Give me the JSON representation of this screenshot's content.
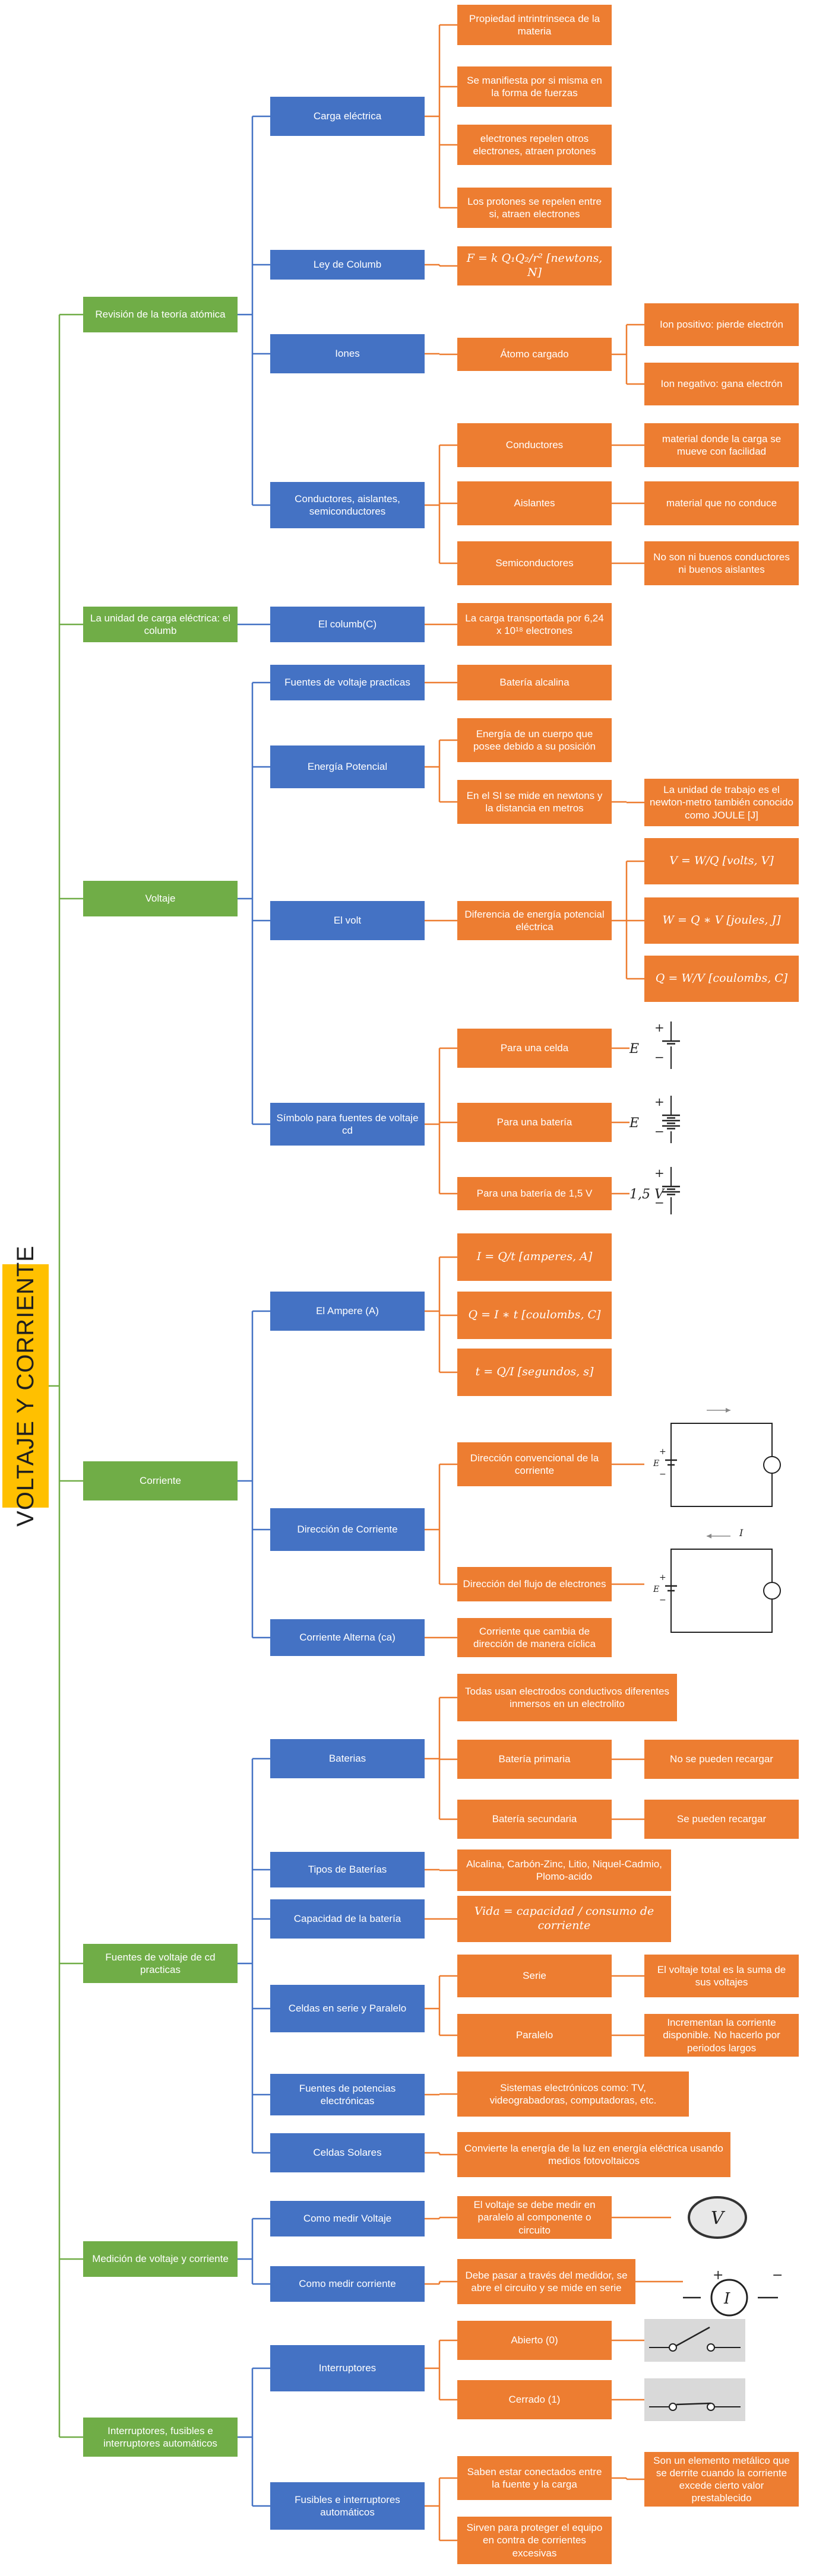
{
  "title": "VOLTAJE Y CORRIENTE",
  "colors": {
    "level1": "#70ad47",
    "level2": "#4472c4",
    "level3": "#ed7d31",
    "title": "#ffc000",
    "line_green": "#70ad47",
    "line_blue": "#4472c4",
    "line_orange": "#ed7d31"
  },
  "nodes": [
    {
      "id": "n1",
      "text": "Revisión de la teoría atómica",
      "level": 1
    },
    {
      "id": "n1a",
      "text": "Carga eléctrica",
      "level": 2
    },
    {
      "id": "n1a1",
      "text": "Propiedad intrintrinseca de la materia",
      "level": 3
    },
    {
      "id": "n1a2",
      "text": "Se manifiesta por si misma en la forma de fuerzas",
      "level": 3
    },
    {
      "id": "n1a3",
      "text": "electrones repelen otros electrones, atraen protones",
      "level": 3
    },
    {
      "id": "n1a4",
      "text": "Los protones se repelen entre si, atraen electrones",
      "level": 3
    },
    {
      "id": "n1b",
      "text": "Ley de Columb",
      "level": 2
    },
    {
      "id": "n1b1",
      "text": "F = k Q₁Q₂/r² [newtons, N]",
      "level": 3,
      "formula": true
    },
    {
      "id": "n1c",
      "text": "Iones",
      "level": 2
    },
    {
      "id": "n1c1",
      "text": "Átomo cargado",
      "level": 3
    },
    {
      "id": "n1c1a",
      "text": "Ion positivo: pierde electrón",
      "level": 3
    },
    {
      "id": "n1c1b",
      "text": "Ion negativo: gana electrón",
      "level": 3
    },
    {
      "id": "n1d",
      "text": "Conductores, aislantes, semiconductores",
      "level": 2
    },
    {
      "id": "n1d1",
      "text": "Conductores",
      "level": 3
    },
    {
      "id": "n1d1a",
      "text": "material donde la carga se mueve con facilidad",
      "level": 3
    },
    {
      "id": "n1d2",
      "text": "Aislantes",
      "level": 3
    },
    {
      "id": "n1d2a",
      "text": "material que no conduce",
      "level": 3
    },
    {
      "id": "n1d3",
      "text": "Semiconductores",
      "level": 3
    },
    {
      "id": "n1d3a",
      "text": "No son ni buenos conductores ni buenos aislantes",
      "level": 3
    },
    {
      "id": "n2",
      "text": "La unidad de carga eléctrica: el columb",
      "level": 1
    },
    {
      "id": "n2a",
      "text": "El columb(C)",
      "level": 2
    },
    {
      "id": "n2a1",
      "text": "La carga transportada por 6,24 x 10¹⁸ electrones",
      "level": 3
    },
    {
      "id": "n3",
      "text": "Voltaje",
      "level": 1
    },
    {
      "id": "n3a",
      "text": "Fuentes de voltaje practicas",
      "level": 2
    },
    {
      "id": "n3a1",
      "text": "Batería alcalina",
      "level": 3
    },
    {
      "id": "n3b",
      "text": "Energía Potencial",
      "level": 2
    },
    {
      "id": "n3b1",
      "text": "Energía de un cuerpo que posee debido a su posición",
      "level": 3
    },
    {
      "id": "n3b2",
      "text": "En el SI se mide en newtons y la distancia en metros",
      "level": 3
    },
    {
      "id": "n3b2a",
      "text": "La unidad de trabajo es el newton-metro también conocido como JOULE [J]",
      "level": 3
    },
    {
      "id": "n3c",
      "text": "El volt",
      "level": 2
    },
    {
      "id": "n3c1",
      "text": "Diferencia de energía potencial eléctrica",
      "level": 3
    },
    {
      "id": "n3c1a",
      "text": "V = W/Q [volts, V]",
      "level": 3,
      "formula": true
    },
    {
      "id": "n3c1b",
      "text": "W = Q ∗ V [joules, J]",
      "level": 3,
      "formula": true
    },
    {
      "id": "n3c1c",
      "text": "Q = W/V [coulombs, C]",
      "level": 3,
      "formula": true
    },
    {
      "id": "n3d",
      "text": "Símbolo para fuentes de voltaje cd",
      "level": 2
    },
    {
      "id": "n3d1",
      "text": "Para una celda",
      "level": 3
    },
    {
      "id": "n3d2",
      "text": "Para una batería",
      "level": 3
    },
    {
      "id": "n3d3",
      "text": "Para una batería de 1,5 V",
      "level": 3
    },
    {
      "id": "n4",
      "text": "Corriente",
      "level": 1
    },
    {
      "id": "n4a",
      "text": "El Ampere (A)",
      "level": 2
    },
    {
      "id": "n4a1",
      "text": "I = Q/t [amperes, A]",
      "level": 3,
      "formula": true
    },
    {
      "id": "n4a2",
      "text": "Q = I ∗ t [coulombs, C]",
      "level": 3,
      "formula": true
    },
    {
      "id": "n4a3",
      "text": "t = Q/I [segundos, s]",
      "level": 3,
      "formula": true
    },
    {
      "id": "n4b",
      "text": "Dirección de Corriente",
      "level": 2
    },
    {
      "id": "n4b1",
      "text": "Dirección convencional de la corriente",
      "level": 3
    },
    {
      "id": "n4b2",
      "text": "Dirección del flujo de electrones",
      "level": 3
    },
    {
      "id": "n4c",
      "text": "Corriente Alterna (ca)",
      "level": 2
    },
    {
      "id": "n4c1",
      "text": "Corriente que cambia de dirección de manera cíclica",
      "level": 3
    },
    {
      "id": "n5",
      "text": "Fuentes de voltaje de cd practicas",
      "level": 1
    },
    {
      "id": "n5a",
      "text": "Baterias",
      "level": 2
    },
    {
      "id": "n5a1",
      "text": "Todas usan electrodos conductivos diferentes inmersos en un electrolito",
      "level": 3
    },
    {
      "id": "n5a2",
      "text": "Batería primaria",
      "level": 3
    },
    {
      "id": "n5a2a",
      "text": "No se pueden recargar",
      "level": 3
    },
    {
      "id": "n5a3",
      "text": "Batería secundaria",
      "level": 3
    },
    {
      "id": "n5a3a",
      "text": "Se pueden recargar",
      "level": 3
    },
    {
      "id": "n5b",
      "text": "Tipos de Baterías",
      "level": 2
    },
    {
      "id": "n5b1",
      "text": "Alcalina, Carbón-Zinc, Litio, Niquel-Cadmio, Plomo-acido",
      "level": 3
    },
    {
      "id": "n5c",
      "text": "Capacidad de la batería",
      "level": 2
    },
    {
      "id": "n5c1",
      "text": "Vida = capacidad / consumo de corriente",
      "level": 3,
      "formula": true
    },
    {
      "id": "n5d",
      "text": "Celdas en serie y Paralelo",
      "level": 2
    },
    {
      "id": "n5d1",
      "text": "Serie",
      "level": 3
    },
    {
      "id": "n5d1a",
      "text": "El voltaje total es la suma de sus voltajes",
      "level": 3
    },
    {
      "id": "n5d2",
      "text": "Paralelo",
      "level": 3
    },
    {
      "id": "n5d2a",
      "text": "Incrementan la corriente disponible. No hacerlo por periodos largos",
      "level": 3
    },
    {
      "id": "n5e",
      "text": "Fuentes de potencias electrónicas",
      "level": 2
    },
    {
      "id": "n5e1",
      "text": "Sistemas electrónicos como: TV, videograbadoras, computadoras, etc.",
      "level": 3
    },
    {
      "id": "n5f",
      "text": "Celdas Solares",
      "level": 2
    },
    {
      "id": "n5f1",
      "text": "Convierte la energía de la luz en energía eléctrica usando medios fotovoltaicos",
      "level": 3
    },
    {
      "id": "n6",
      "text": "Medición de voltaje y corriente",
      "level": 1
    },
    {
      "id": "n6a",
      "text": "Como medir Voltaje",
      "level": 2
    },
    {
      "id": "n6a1",
      "text": "El voltaje se debe medir en paralelo al componente o circuito",
      "level": 3
    },
    {
      "id": "n6b",
      "text": "Como medir corriente",
      "level": 2
    },
    {
      "id": "n6b1",
      "text": "Debe pasar a través del medidor, se abre el circuito y se mide en serie",
      "level": 3
    },
    {
      "id": "n7",
      "text": "Interruptores, fusibles e interruptores automáticos",
      "level": 1
    },
    {
      "id": "n7a",
      "text": "Interruptores",
      "level": 2
    },
    {
      "id": "n7a1",
      "text": "Abierto (0)",
      "level": 3
    },
    {
      "id": "n7a2",
      "text": "Cerrado (1)",
      "level": 3
    },
    {
      "id": "n7b",
      "text": "Fusibles e interruptores automáticos",
      "level": 2
    },
    {
      "id": "n7b1",
      "text": "Saben estar conectados entre la fuente y la carga",
      "level": 3
    },
    {
      "id": "n7b1a",
      "text": "Son un elemento metálico que se derrite cuando la corriente excede cierto valor prestablecido",
      "level": 3
    },
    {
      "id": "n7b2",
      "text": "Sirven para proteger el equipo en contra de corrientes excesivas",
      "level": 3
    }
  ],
  "symbols": {
    "battery_label_E": "E",
    "battery_15_label": "1,5 V",
    "plus": "+",
    "minus": "−",
    "voltmeter": "V",
    "ammeter": "I",
    "current_label": "I"
  }
}
